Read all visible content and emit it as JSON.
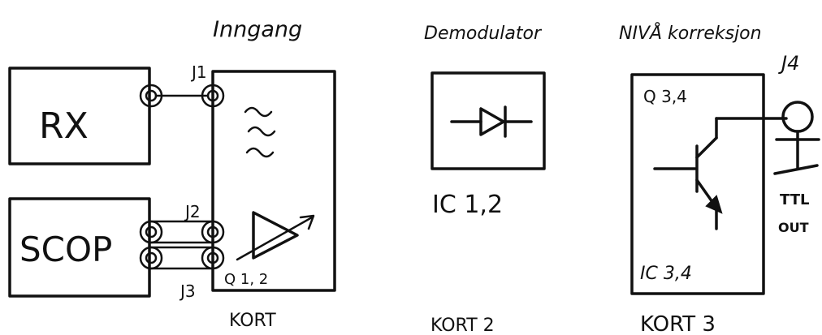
{
  "headings": {
    "input": "Inngang",
    "demodulator": "Demodulator",
    "level": "NIVÅ korreksjon"
  },
  "blocks": {
    "rx": "RX",
    "scope": "SCOP",
    "input_card_component": "Q 1, 2",
    "demod_component": "IC 1,2",
    "level_transistor": "Q 3,4",
    "level_ic": "IC 3,4"
  },
  "jacks": {
    "j1": "J1",
    "j2": "J2",
    "j3": "J3",
    "j4": "J4"
  },
  "output": {
    "line1": "TTL",
    "line2": "OUT"
  },
  "cards": {
    "card1": "KORT",
    "card2": "KORT 2",
    "card3": "KORT 3"
  }
}
